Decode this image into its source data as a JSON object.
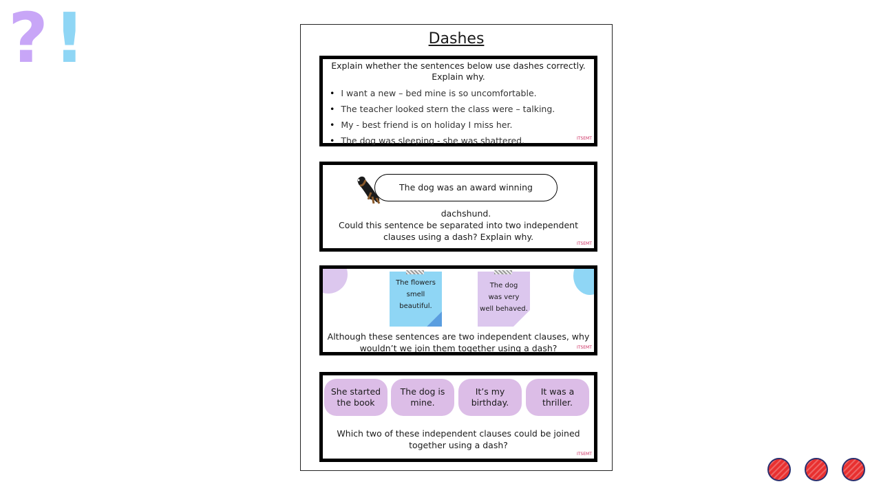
{
  "decor": {
    "question_mark": "?",
    "exclamation_mark": "!"
  },
  "sheet": {
    "title": "Dashes",
    "logo_text": "ITSEMT",
    "card1": {
      "question": "Explain whether the sentences below use dashes correctly. Explain why.",
      "items": [
        "I want a new – bed mine is so uncomfortable.",
        "The teacher looked stern the class were – talking.",
        "My -  best friend is on holiday I miss her.",
        "The dog was sleeping - she was shattered."
      ]
    },
    "card2": {
      "bubble": "The dog was an award winning dachshund.",
      "question": "Could this sentence be separated into two independent clauses using a dash? Explain why."
    },
    "card3": {
      "note1": [
        "The flowers",
        "smell",
        "beautiful."
      ],
      "note2": [
        "The dog",
        "was very",
        "well behaved."
      ],
      "question": "Although these sentences are two independent clauses, why wouldn’t we join them together using a dash?"
    },
    "card4": {
      "pills": [
        [
          "She started",
          "the book"
        ],
        [
          "The dog is",
          "mine."
        ],
        [
          "It’s my",
          "birthday."
        ],
        [
          "It was a",
          "thriller."
        ]
      ],
      "question": "Which two of these independent clauses could be joined together using a dash?"
    }
  },
  "colors": {
    "purple": "#c8a6f7",
    "blue": "#8fd6f5",
    "lilac": "#dcbde7",
    "red": "#e83030",
    "navy": "#2a2f6e"
  },
  "nav_icons": [
    "scribble-circle-icon",
    "scribble-circle-icon",
    "scribble-circle-icon"
  ]
}
